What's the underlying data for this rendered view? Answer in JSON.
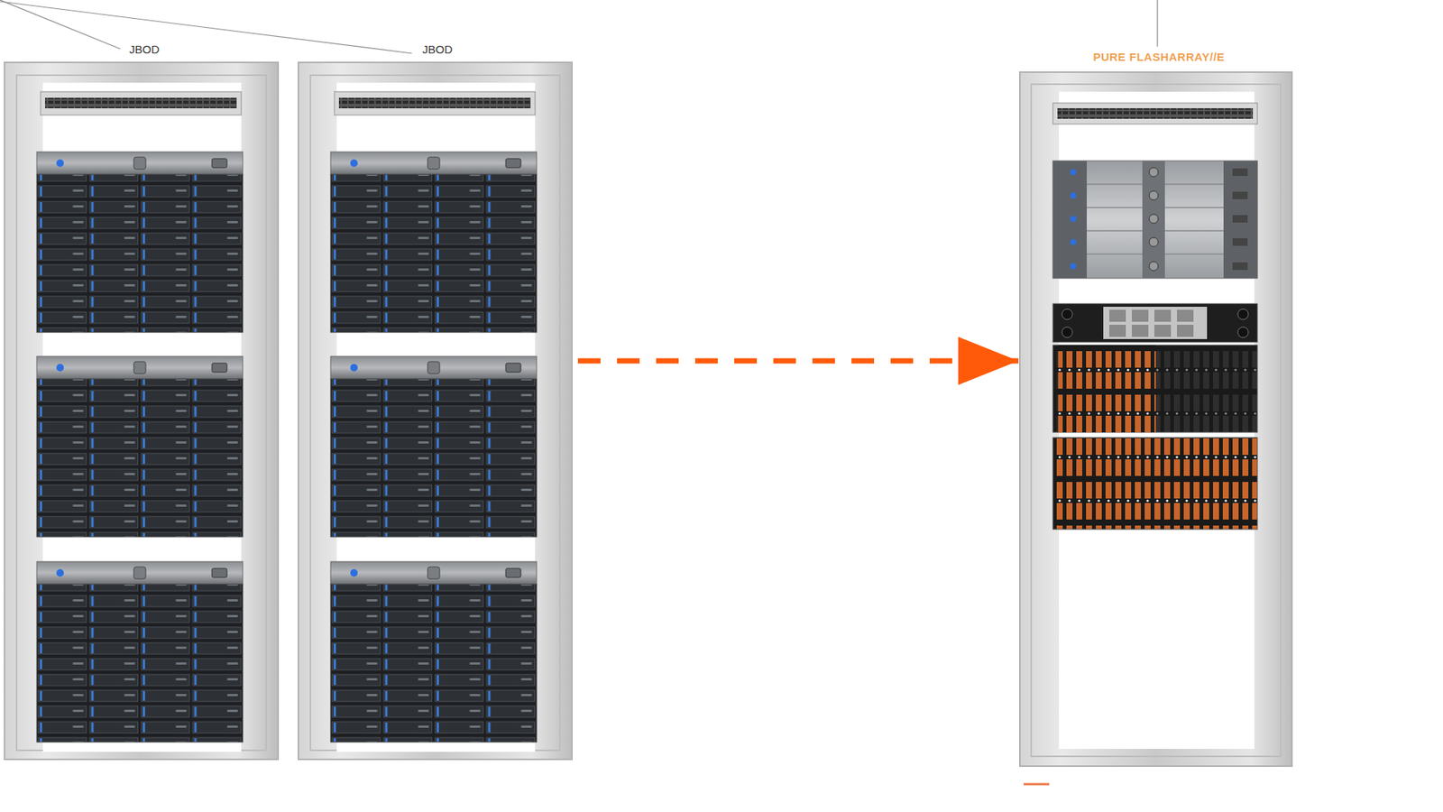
{
  "diagram": {
    "nodes": [
      {
        "text": [
          "JBOD"
        ]
      },
      {
        "text": [
          "JBOD"
        ]
      },
      {
        "text": [
          "PURE FLASHARRAY//E"
        ]
      }
    ],
    "edges": [
      {
        "from": 1,
        "to": 2,
        "arrow": "to"
      }
    ]
  }
}
